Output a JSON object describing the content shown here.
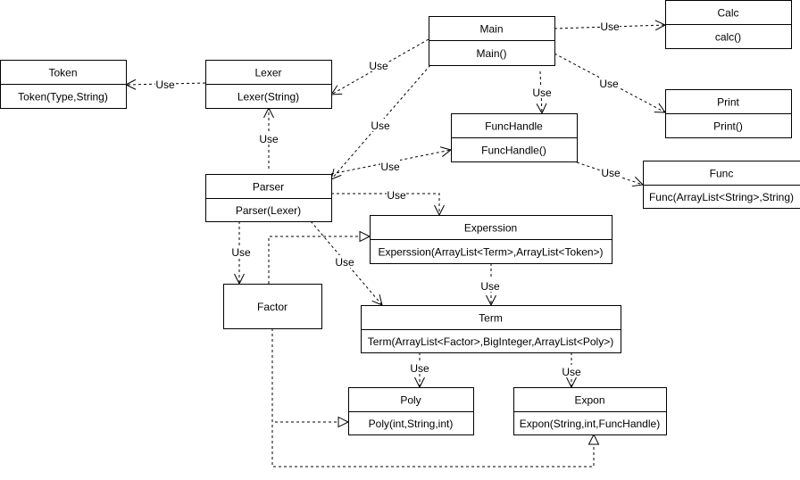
{
  "classes": [
    {
      "id": "main",
      "name": "Main",
      "ops": [
        "Main()"
      ]
    },
    {
      "id": "calc",
      "name": "Calc",
      "ops": [
        "calc()"
      ]
    },
    {
      "id": "token",
      "name": "Token",
      "ops": [
        "Token(Type,String)"
      ]
    },
    {
      "id": "lexer",
      "name": "Lexer",
      "ops": [
        "Lexer(String)"
      ]
    },
    {
      "id": "print",
      "name": "Print",
      "ops": [
        "Print()"
      ]
    },
    {
      "id": "funchandle",
      "name": "FuncHandle",
      "ops": [
        "FuncHandle()"
      ]
    },
    {
      "id": "func",
      "name": "Func",
      "ops": [
        "Func(ArrayList<String>,String)"
      ]
    },
    {
      "id": "parser",
      "name": "Parser",
      "ops": [
        "Parser(Lexer)"
      ]
    },
    {
      "id": "experssion",
      "name": "Experssion",
      "ops": [
        "Experssion(ArrayList<Term>,ArrayList<Token>)"
      ]
    },
    {
      "id": "factor",
      "name": "Factor",
      "ops": []
    },
    {
      "id": "term",
      "name": "Term",
      "ops": [
        "Term(ArrayList<Factor>,BigInteger,ArrayList<Poly>)"
      ]
    },
    {
      "id": "poly",
      "name": "Poly",
      "ops": [
        "Poly(int,String,int)"
      ]
    },
    {
      "id": "expon",
      "name": "Expon",
      "ops": [
        "Expon(String,int,FuncHandle)"
      ]
    }
  ],
  "relations": [
    {
      "id": "main-calc",
      "from": "main",
      "to": "calc",
      "kind": "use",
      "label": "Use"
    },
    {
      "id": "main-lexer",
      "from": "main",
      "to": "lexer",
      "kind": "use",
      "label": "Use"
    },
    {
      "id": "main-funchandle",
      "from": "main",
      "to": "funchandle",
      "kind": "use",
      "label": "Use"
    },
    {
      "id": "main-print",
      "from": "main",
      "to": "print",
      "kind": "use",
      "label": "Use"
    },
    {
      "id": "main-parser",
      "from": "main",
      "to": "parser",
      "kind": "use",
      "label": "Use"
    },
    {
      "id": "lexer-token",
      "from": "lexer",
      "to": "token",
      "kind": "use",
      "label": "Use"
    },
    {
      "id": "parser-lexer",
      "from": "parser",
      "to": "lexer",
      "kind": "use",
      "label": "Use"
    },
    {
      "id": "parser-funchandle",
      "from": "parser",
      "to": "funchandle",
      "kind": "use",
      "label": "Use"
    },
    {
      "id": "funchandle-func",
      "from": "funchandle",
      "to": "func",
      "kind": "use",
      "label": "Use"
    },
    {
      "id": "parser-experssion",
      "from": "parser",
      "to": "experssion",
      "kind": "use",
      "label": "Use"
    },
    {
      "id": "parser-factor",
      "from": "parser",
      "to": "factor",
      "kind": "use",
      "label": "Use"
    },
    {
      "id": "parser-term",
      "from": "parser",
      "to": "term",
      "kind": "use",
      "label": "Use"
    },
    {
      "id": "experssion-term",
      "from": "experssion",
      "to": "term",
      "kind": "use",
      "label": "Use"
    },
    {
      "id": "term-poly",
      "from": "term",
      "to": "poly",
      "kind": "use",
      "label": "Use"
    },
    {
      "id": "term-expon",
      "from": "term",
      "to": "expon",
      "kind": "use",
      "label": "Use"
    },
    {
      "id": "factor-experssion",
      "from": "factor",
      "to": "experssion",
      "kind": "realize",
      "label": ""
    },
    {
      "id": "factor-poly",
      "from": "factor",
      "to": "poly",
      "kind": "realize",
      "label": ""
    },
    {
      "id": "factor-expon",
      "from": "factor",
      "to": "expon",
      "kind": "realize",
      "label": ""
    }
  ]
}
